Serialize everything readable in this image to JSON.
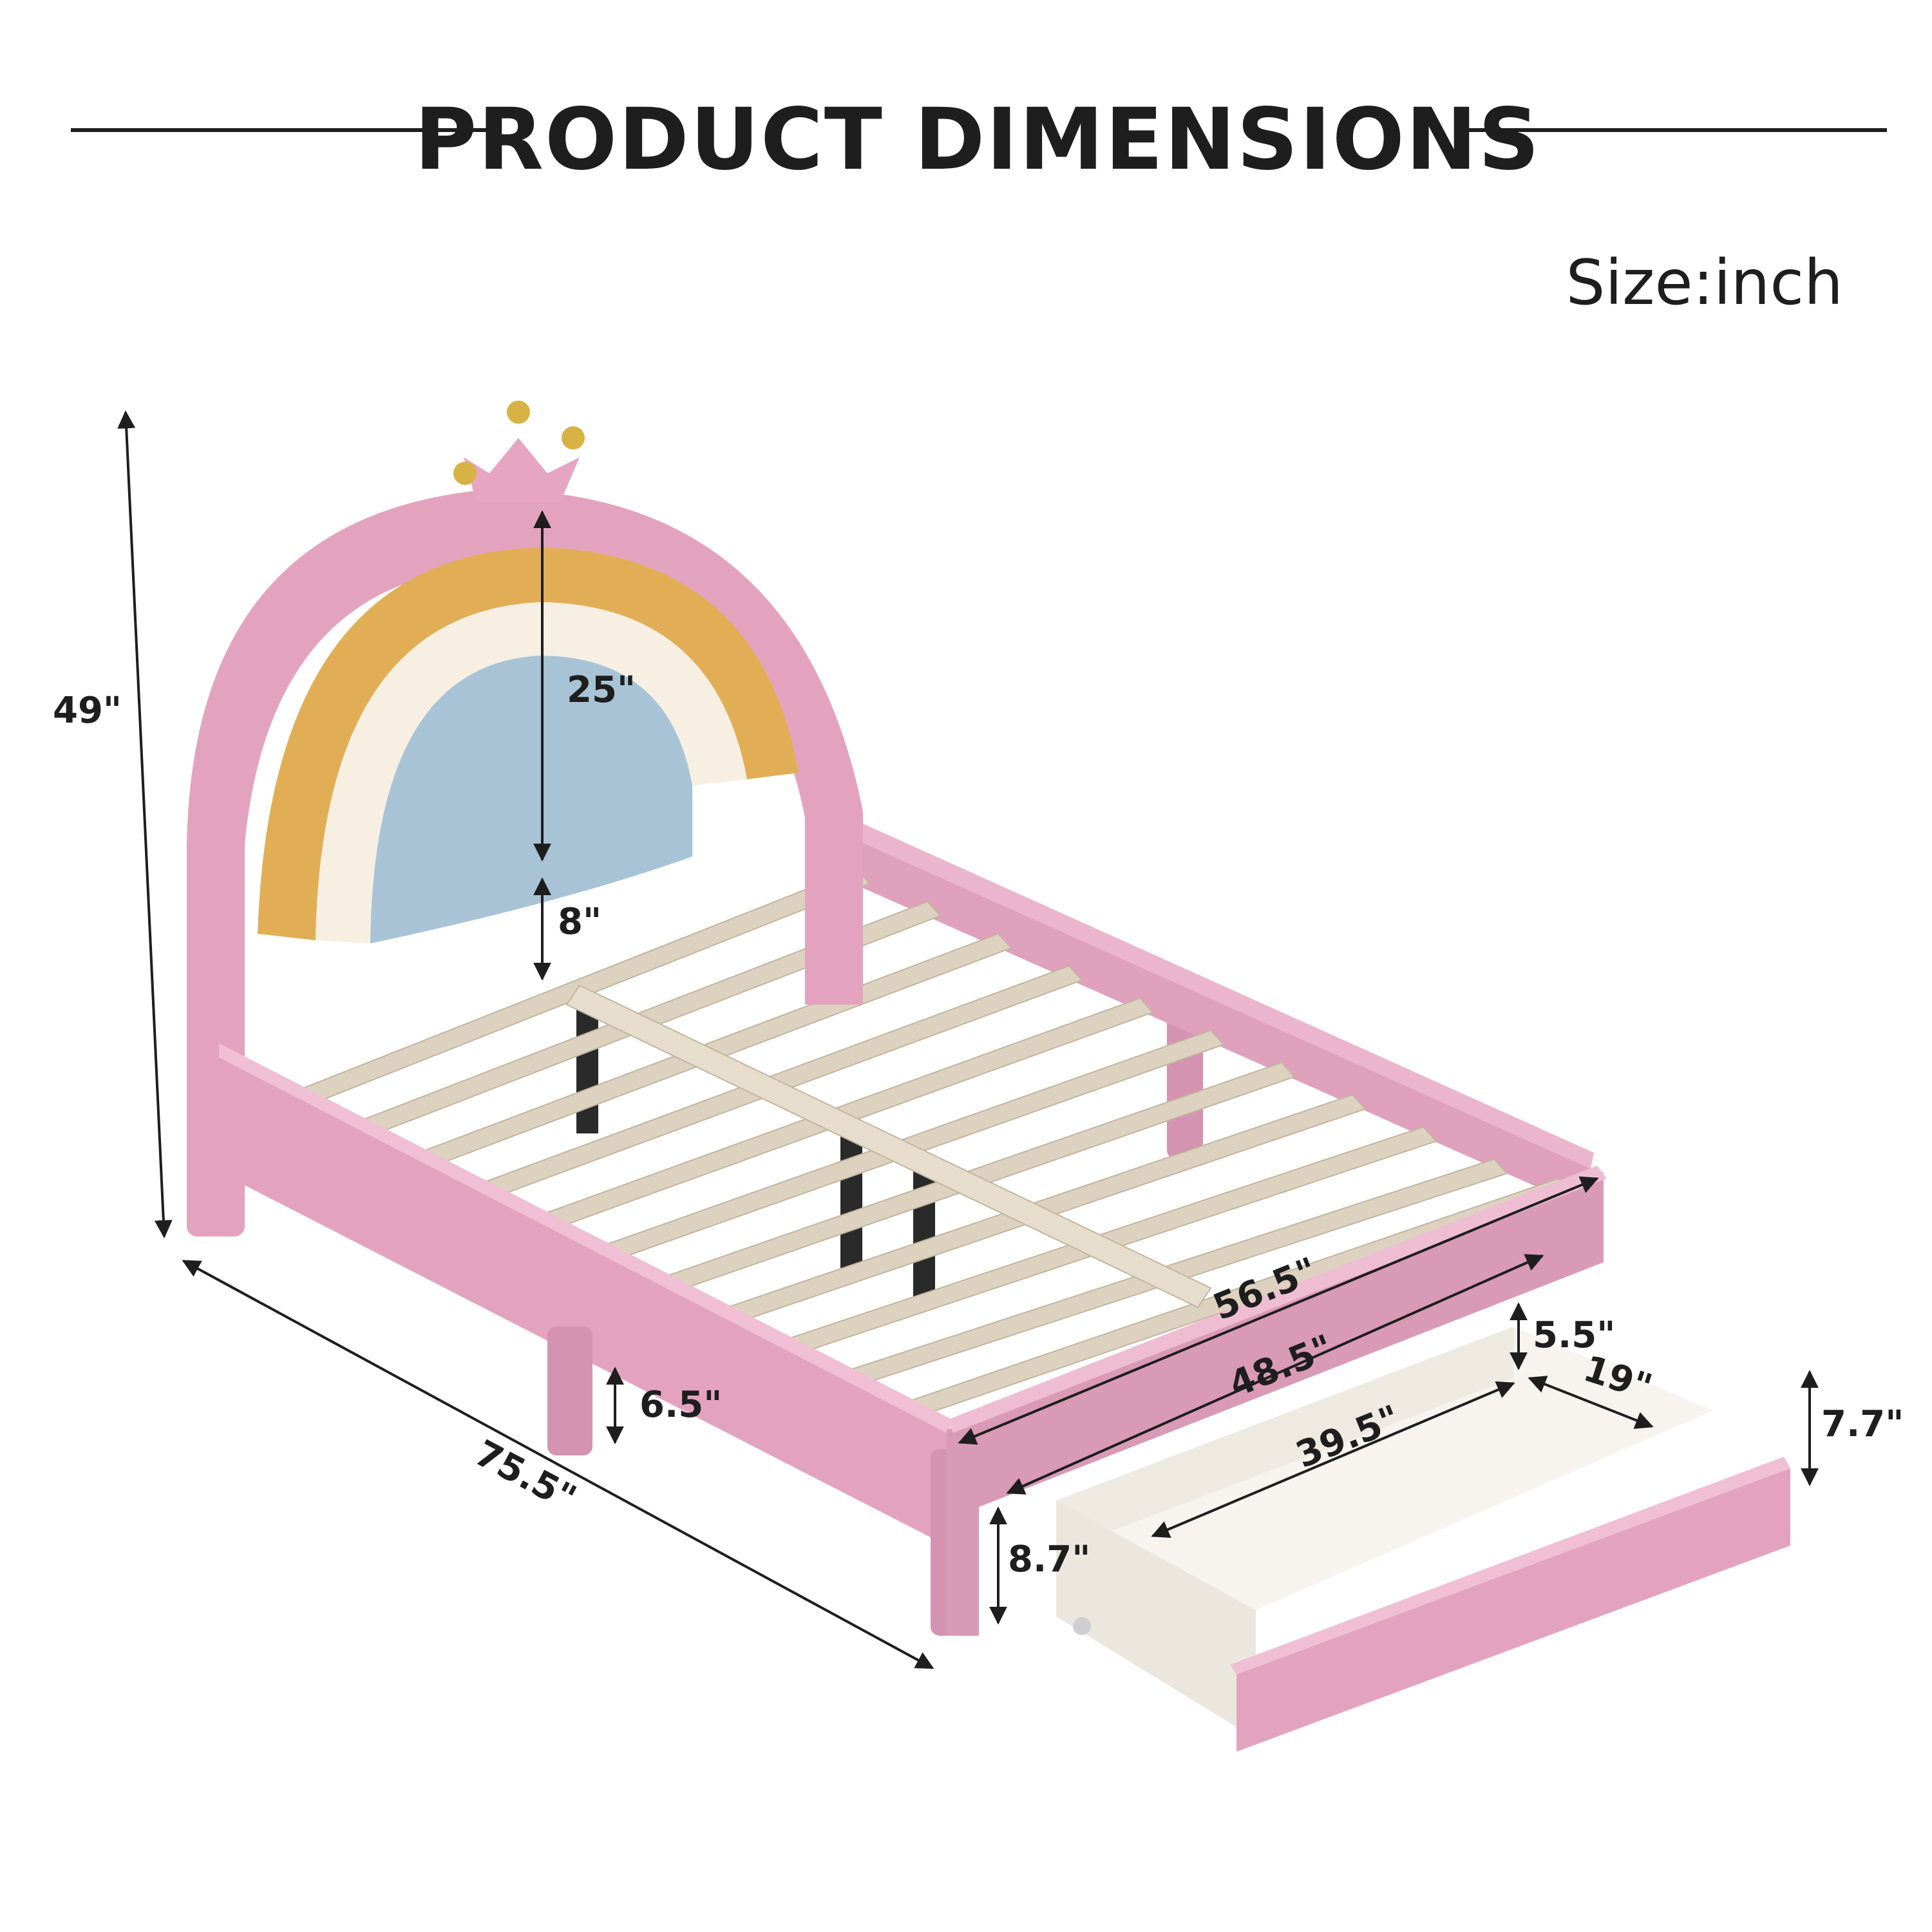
{
  "header": {
    "title": "PRODUCT DIMENSIONS",
    "units_label": "Size:inch"
  },
  "dimensions": {
    "overall_height": "49\"",
    "headboard_panel_height": "25\"",
    "headboard_gap": "8\"",
    "overall_length": "75.5\"",
    "overall_width": "56.5\"",
    "inner_width": "48.5\"",
    "leg_clearance": "6.5\"",
    "drawer_side_height": "8.7\"",
    "drawer_length": "39.5\"",
    "drawer_depth": "19\"",
    "drawer_inner_height": "5.5\"",
    "drawer_front_height": "7.7\""
  },
  "colors": {
    "frame_pink": "#e3a3bf",
    "rainbow_gold": "#e2ae55",
    "rainbow_cream": "#f6efe2",
    "rainbow_blue": "#a9c3d6",
    "slat_beige": "#ddd2c0",
    "crown_gold": "#d8b244"
  }
}
